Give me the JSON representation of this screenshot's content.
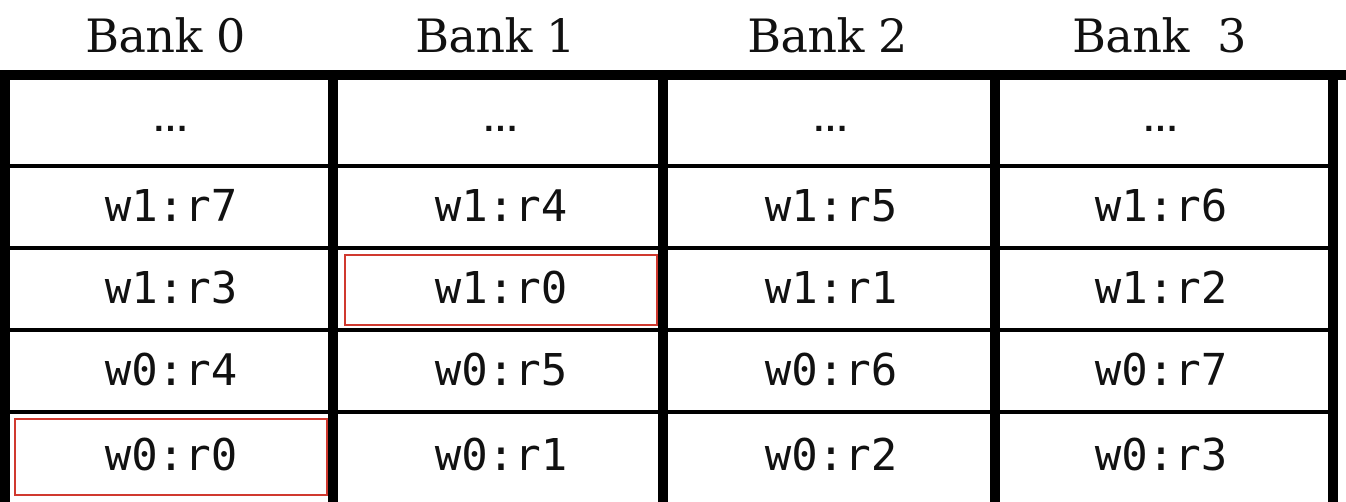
{
  "banks": [
    {
      "name": "Bank 0",
      "cells": [
        {
          "text": "...",
          "kind": "ellipsis"
        },
        {
          "text": "w1:r7"
        },
        {
          "text": "w1:r3"
        },
        {
          "text": "w0:r4"
        },
        {
          "text": "w0:r0",
          "highlighted": true
        }
      ]
    },
    {
      "name": "Bank 1",
      "cells": [
        {
          "text": "...",
          "kind": "ellipsis"
        },
        {
          "text": "w1:r4"
        },
        {
          "text": "w1:r0",
          "highlighted": true
        },
        {
          "text": "w0:r5"
        },
        {
          "text": "w0:r1"
        }
      ]
    },
    {
      "name": "Bank 2",
      "cells": [
        {
          "text": "...",
          "kind": "ellipsis"
        },
        {
          "text": "w1:r5"
        },
        {
          "text": "w1:r1"
        },
        {
          "text": "w0:r6"
        },
        {
          "text": "w0:r2"
        }
      ]
    },
    {
      "name": "Bank  3",
      "cells": [
        {
          "text": "...",
          "kind": "ellipsis"
        },
        {
          "text": "w1:r6"
        },
        {
          "text": "w1:r2"
        },
        {
          "text": "w0:r7"
        },
        {
          "text": "w0:r3"
        }
      ]
    }
  ],
  "colors": {
    "grid": "#000000",
    "highlight": "#d0392f"
  }
}
